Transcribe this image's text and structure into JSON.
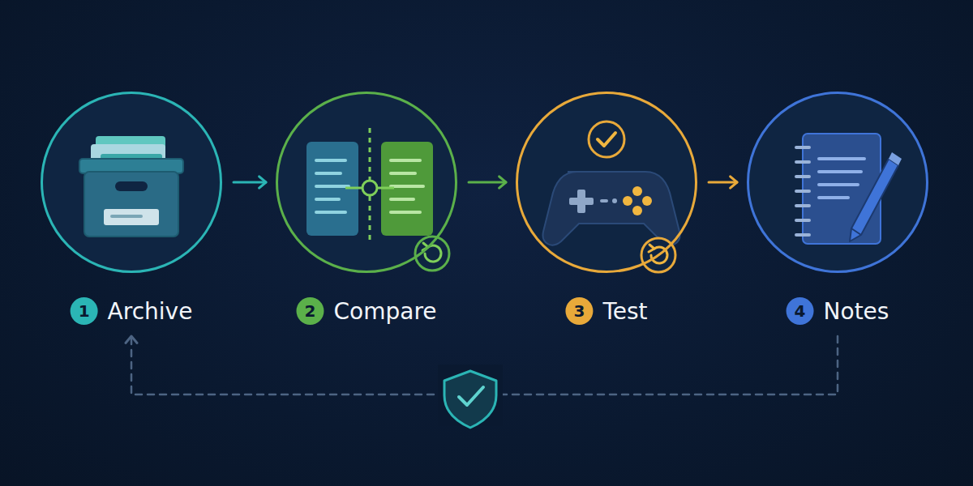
{
  "diagram": {
    "nodes": [
      {
        "text": [
          "1",
          "Archive"
        ]
      },
      {
        "text": [
          "2",
          "Compare"
        ]
      },
      {
        "text": [
          "3",
          "Test"
        ]
      },
      {
        "text": [
          "4",
          "Notes"
        ]
      }
    ],
    "edges": [
      {
        "from": 0,
        "to": 1,
        "arrow": "to"
      },
      {
        "from": 1,
        "to": 2,
        "arrow": "to"
      },
      {
        "from": 2,
        "to": 3,
        "arrow": "to"
      },
      {
        "from": 3,
        "to": 0,
        "arrow": "to"
      }
    ]
  }
}
